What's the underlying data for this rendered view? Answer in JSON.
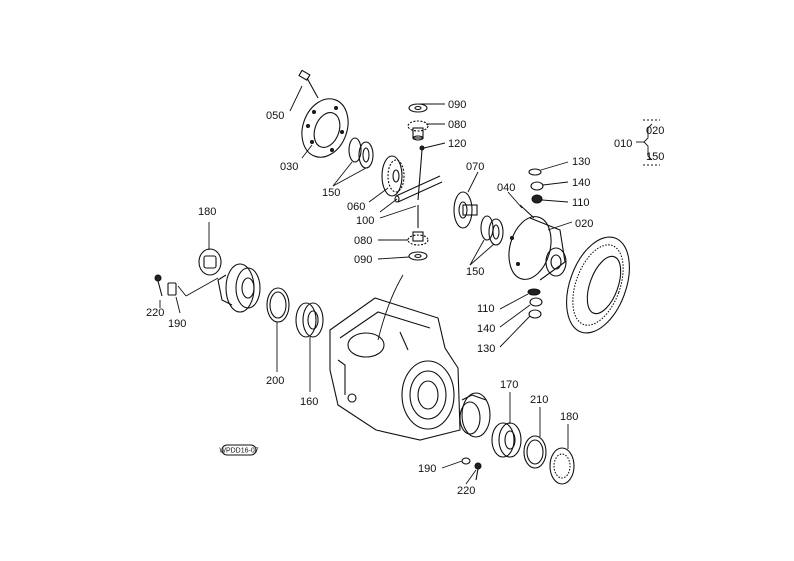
{
  "diagram": {
    "drawing_code": "WPDD16-07",
    "labels": {
      "l050": "050",
      "l030": "030",
      "l150a": "150",
      "l060a": "060",
      "l100": "100",
      "l090a": "090",
      "l080a": "080",
      "l120": "120",
      "l070": "070",
      "l040": "040",
      "l130a": "130",
      "l140a": "140",
      "l110a": "110",
      "l020": "020",
      "l010": "010",
      "l020b": "020",
      "l150b": "150",
      "l080b": "080",
      "l090b": "090",
      "l150c": "150",
      "l110b": "110",
      "l140b": "140",
      "l130b": "130",
      "l180a": "180",
      "l220a": "220",
      "l190a": "190",
      "l200": "200",
      "l160": "160",
      "l170": "170",
      "l210": "210",
      "l180b": "180",
      "l190b": "190",
      "l220b": "220"
    }
  }
}
